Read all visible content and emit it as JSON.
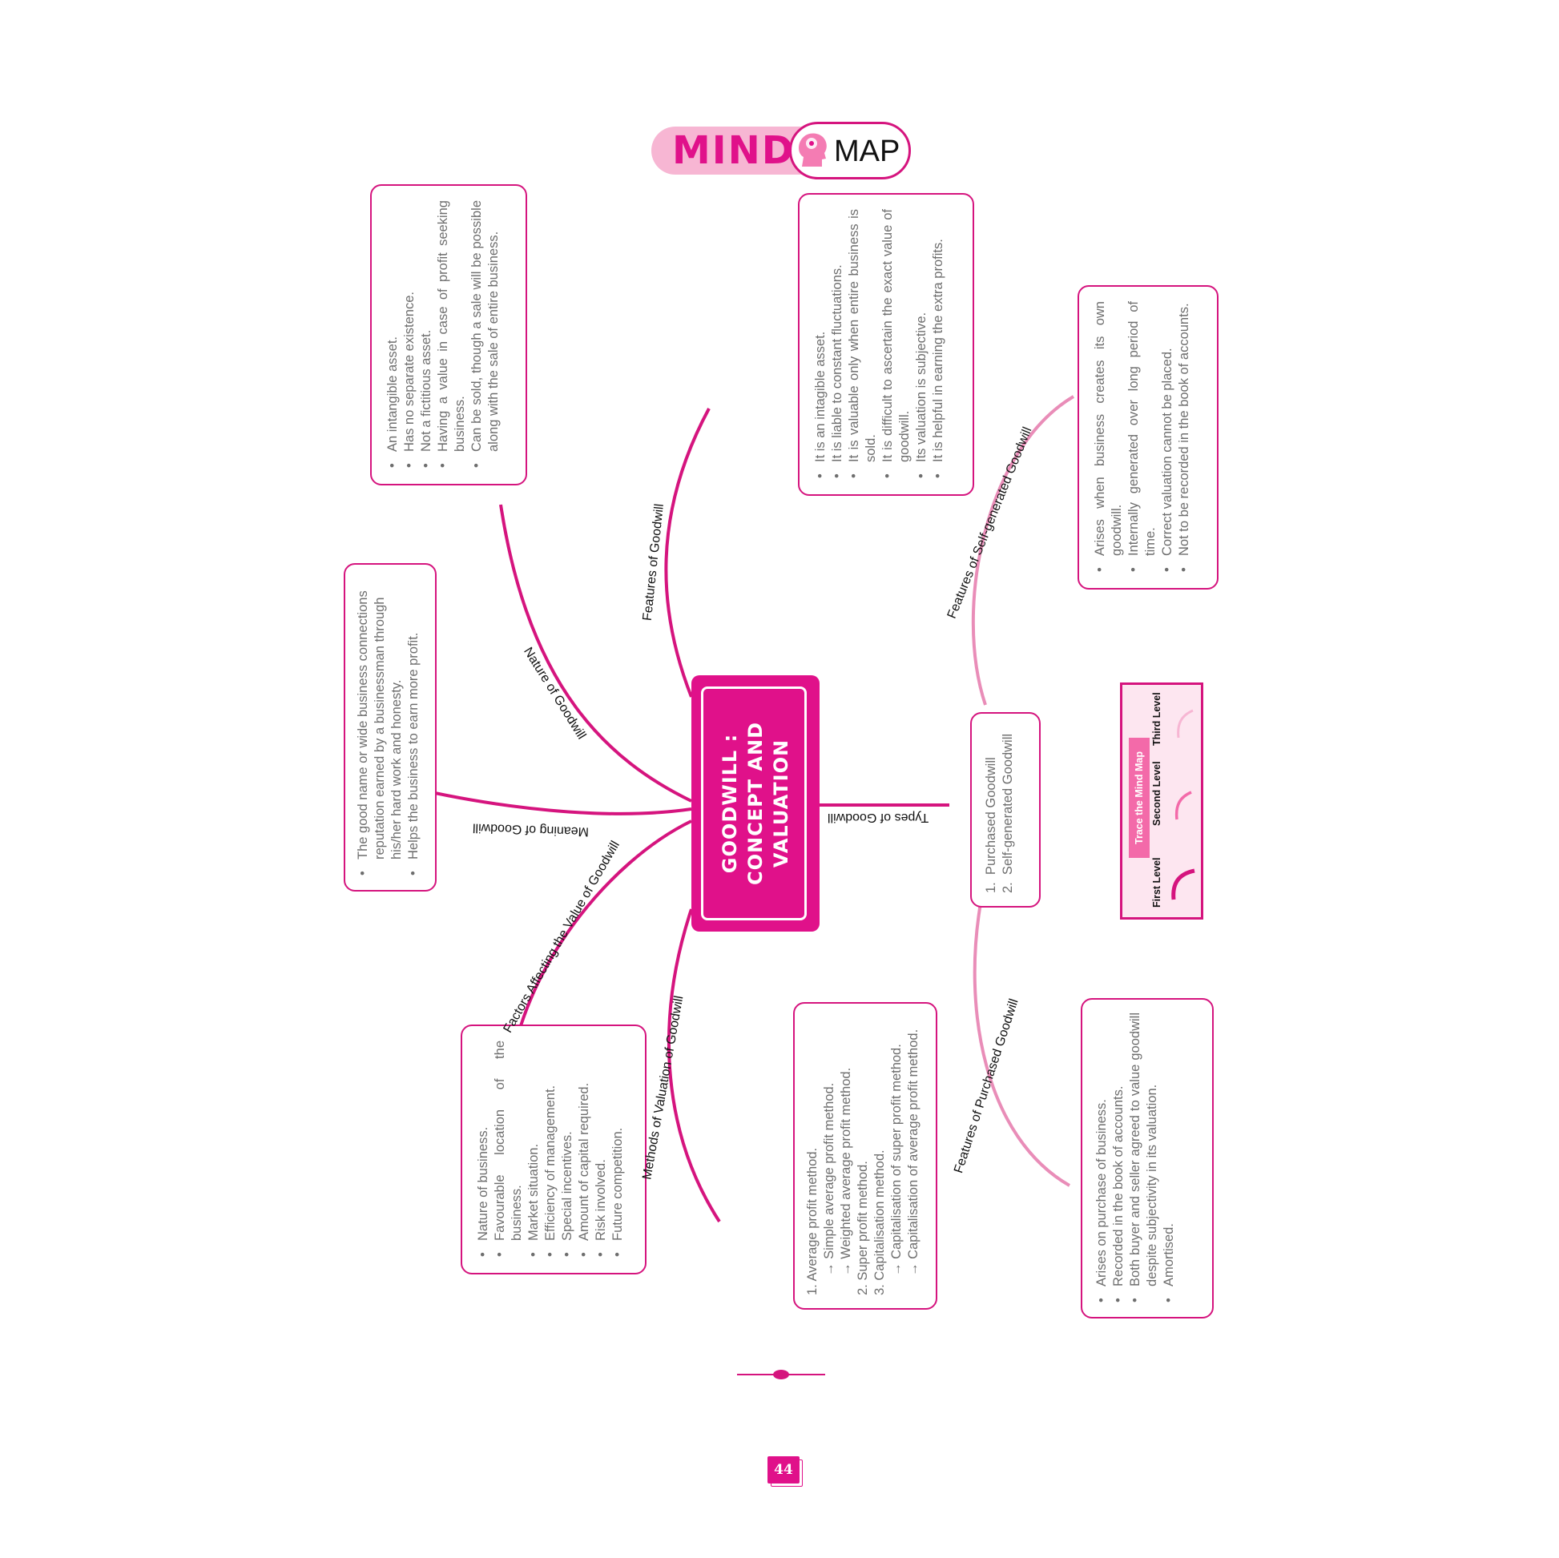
{
  "header": {
    "mind_word": "MIND",
    "map_word": "MAP"
  },
  "central": {
    "title": "GOODWILL : CONCEPT AND VALUATION"
  },
  "branches": {
    "nature": {
      "label": "Nature of Goodwill",
      "items": [
        "An intangible asset.",
        "Has no separate existence.",
        "Not a fictitious asset.",
        "Having a value in case of profit seeking business.",
        "Can be sold, though a sale will be possible along with the sale of entire business."
      ]
    },
    "features": {
      "label": "Features of Goodwill",
      "items": [
        "It is an intagible asset.",
        "It is liable to constant fluctuations.",
        "It is valuable only when entire business is sold.",
        "It is difficult to ascertain the exact value of goodwill.",
        "Its valuation is subjective.",
        "It is helpful in earning the extra profits."
      ]
    },
    "meaning": {
      "label": "Meaning of Goodwill",
      "items": [
        "The good name or wide business connections reputation earned by a businessman through his/her hard work and honesty.",
        "Helps the business to earn more profit."
      ]
    },
    "factors": {
      "label": "Factors Affecting the Value of Goodwill",
      "items": [
        "Nature of business.",
        "Favourable location of the business.",
        "Market situation.",
        "Efficiency of management.",
        "Special incentives.",
        "Amount of capital required.",
        "Risk involved.",
        "Future competition."
      ]
    },
    "methods": {
      "label": "Methods of Valuation of Goodwill",
      "items": [
        {
          "num": "1.",
          "text": "Average profit method.",
          "subs": [
            "→ Simple average profit method.",
            "→ Weighted average profit method."
          ]
        },
        {
          "num": "2.",
          "text": "Super profit method.",
          "subs": []
        },
        {
          "num": "3.",
          "text": "Capitalisation method.",
          "subs": [
            "→ Capitalisation of super profit method.",
            "→ Capitalisation of average profit method."
          ]
        }
      ]
    },
    "types": {
      "label": "Types of Goodwill",
      "items": [
        "Purchased Goodwill",
        "Self-generated Goodwill"
      ],
      "numbers": [
        "1.",
        "2."
      ]
    },
    "self_generated": {
      "label": "Features of Self-generated Goodwill",
      "items": [
        "Arises when business creates its own goodwill.",
        "Internally generated over long period of time.",
        "Correct valuation cannot be placed.",
        "Not to be recorded in the book of accounts."
      ]
    },
    "purchased": {
      "label": "Features of Purchased Goodwill",
      "items": [
        "Arises on purchase of business.",
        "Recorded in the book of accounts.",
        "Both buyer and seller agreed to value goodwill despite subjectivity in its valuation.",
        "Amortised."
      ]
    }
  },
  "legend": {
    "tag": "Trace the Mind Map",
    "levels": [
      "First Level",
      "Second Level",
      "Third Level"
    ]
  },
  "colors": {
    "primary": "#e0118a",
    "border": "#d5147e",
    "light_branch": "#e98db8",
    "legend_bg": "#fde6f0"
  },
  "page_number": "44"
}
